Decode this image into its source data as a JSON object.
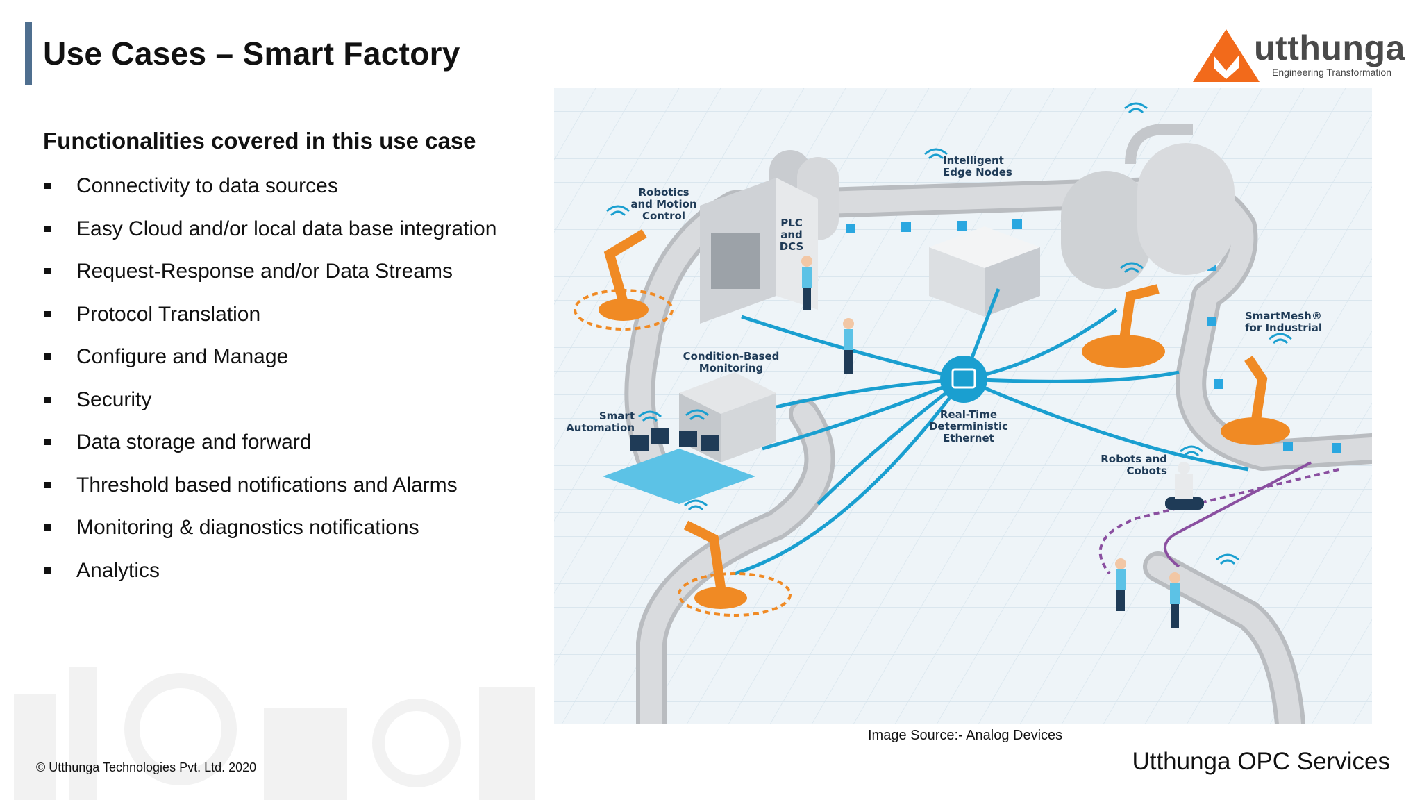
{
  "slide": {
    "title": "Use Cases – Smart Factory",
    "subtitle": "Functionalities covered in this use case",
    "functionalities": [
      "Connectivity to data sources",
      "Easy Cloud and/or local data base integration",
      "Request-Response and/or Data Streams",
      "Protocol Translation",
      "Configure and Manage",
      "Security",
      "Data storage and forward",
      "Threshold based notifications and Alarms",
      "Monitoring & diagnostics notifications",
      "Analytics"
    ],
    "image_source": "Image Source:- Analog Devices",
    "copyright": "© Utthunga Technologies Pvt. Ltd. 2020",
    "footer_brand": "Utthunga OPC Services"
  },
  "logo": {
    "word": "utthunga",
    "tagline": "Engineering Transformation"
  },
  "illustration": {
    "labels": {
      "robotics": [
        "Robotics",
        "and Motion",
        "Control"
      ],
      "plc": [
        "PLC",
        "and",
        "DCS"
      ],
      "edge": [
        "Intelligent",
        "Edge Nodes"
      ],
      "smartmesh": [
        "SmartMesh®",
        "for Industrial"
      ],
      "condition": [
        "Condition-Based",
        "Monitoring"
      ],
      "ethernet": [
        "Real-Time",
        "Deterministic",
        "Ethernet"
      ],
      "smart_automation": [
        "Smart",
        "Automation"
      ],
      "robots": [
        "Robots and",
        "Cobots"
      ]
    }
  },
  "colors": {
    "accent_bar": "#4f6f8f",
    "logo_orange": "#f26a1b",
    "network_blue": "#1a9fd0",
    "robot_orange": "#f08a24",
    "cobot_purple": "#8a4fa0"
  }
}
